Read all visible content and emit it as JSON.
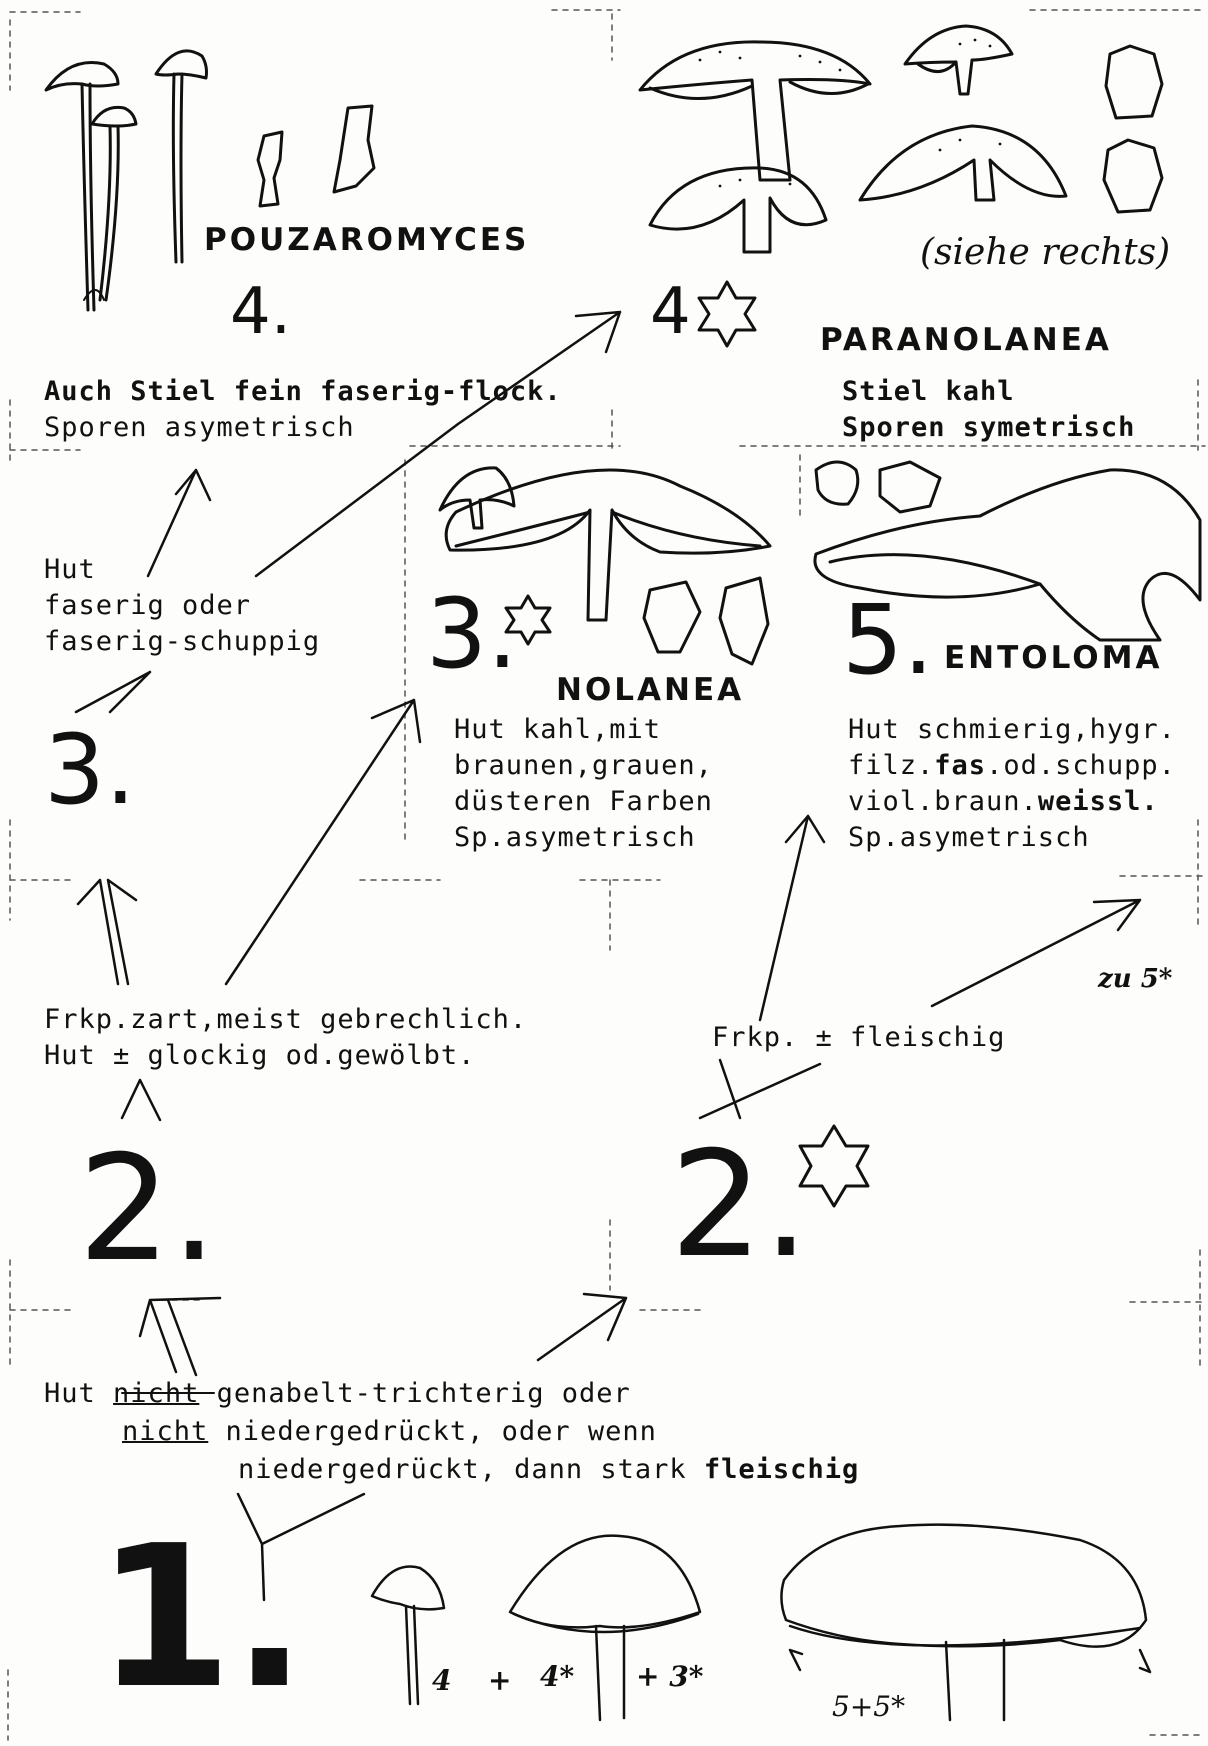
{
  "genus_labels": {
    "pouzaromyces": "POUZAROMYCES",
    "paranolanea": "PARANOLANEA",
    "nolanea": "NOLANEA",
    "entoloma": "ENTOLOMA"
  },
  "step_numbers": {
    "n1": "1.",
    "n2": "2.",
    "n2_star": "2.",
    "n3": "3.",
    "n3_star": "3.",
    "n4": "4.",
    "n4_star": "4",
    "n5": "5."
  },
  "notes": {
    "siehe_rechts": "(siehe rechts)",
    "zu_5_star": "zu 5*"
  },
  "couplet_4": {
    "line1": "Auch Stiel fein faserig-flock.",
    "line2": "Sporen asymetrisch"
  },
  "couplet_4_star": {
    "line1": "Stiel kahl",
    "line2": "Sporen symetrisch"
  },
  "couplet_3": {
    "line1": "Hut",
    "line2": "faserig oder",
    "line3": "faserig-schuppig"
  },
  "couplet_3_star": {
    "line1": "Hut kahl,mit",
    "line2": "braunen,grauen,",
    "line3": "düsteren Farben",
    "line4": "Sp.asymetrisch"
  },
  "couplet_5": {
    "line1": "Hut schmierig,hygr.",
    "line2_a": "filz.",
    "line2_b": "fas",
    "line2_c": ".od.schupp.",
    "line3_a": "viol.braun.",
    "line3_b": "weissl.",
    "line4": "Sp.asymetrisch"
  },
  "couplet_2": {
    "line1": "Frkp.zart,meist gebrechlich.",
    "line2": "Hut ± glockig od.gewölbt."
  },
  "couplet_2_star": {
    "line1": "Frkp. ± fleischig"
  },
  "couplet_1": {
    "line1_a": "Hut",
    "line1_b": "nicht",
    "line1_c": "genabelt-trichterig oder",
    "line2_a": "nicht",
    "line2_b": "niedergedrückt, oder wenn",
    "line3_a": "niedergedrückt, dann stark",
    "line3_b": "fleischig"
  },
  "figure_labels": {
    "f4": "4",
    "plus1": "+",
    "f4s": "4*",
    "f3s": "+ 3*",
    "f55": "5+5*"
  }
}
